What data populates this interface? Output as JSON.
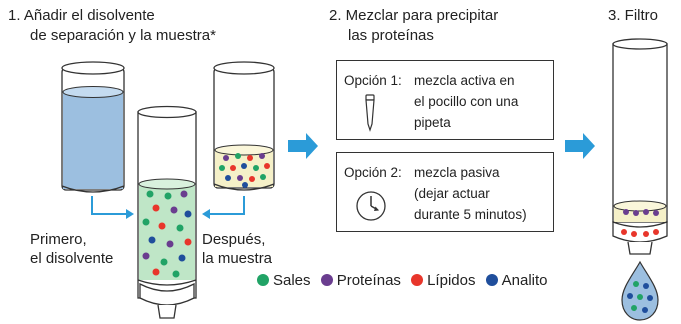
{
  "step1": {
    "title_line1": "1. Añadir el disolvente",
    "title_line2": "de separación y la muestra*",
    "label_first_line1": "Primero,",
    "label_first_line2": "el disolvente",
    "label_after_line1": "Después,",
    "label_after_line2": "la muestra"
  },
  "step2": {
    "title_line1": "2. Mezclar para precipitar",
    "title_line2": "las proteínas",
    "option1": {
      "label": "Opción 1:",
      "line1": "mezcla activa en",
      "line2": "el pocillo con una",
      "line3": "pipeta",
      "icon": "pipette-icon"
    },
    "option2": {
      "label": "Opción 2:",
      "line1": "mezcla pasiva",
      "line2": "(dejar actuar",
      "line3": "durante 5 minutos)",
      "icon": "clock-icon"
    }
  },
  "step3": {
    "title": "3. Filtro"
  },
  "legend": [
    {
      "label": "Sales",
      "color": "#21a366"
    },
    {
      "label": "Proteínas",
      "color": "#6a3d8f"
    },
    {
      "label": "Lípidos",
      "color": "#e8362b"
    },
    {
      "label": "Analito",
      "color": "#1f4e9c"
    }
  ],
  "colors": {
    "arrow": "#2b9bd8",
    "solvent": "#9cbfe0",
    "mix": "#bfe6c7",
    "sample": "#f5f0c8"
  }
}
